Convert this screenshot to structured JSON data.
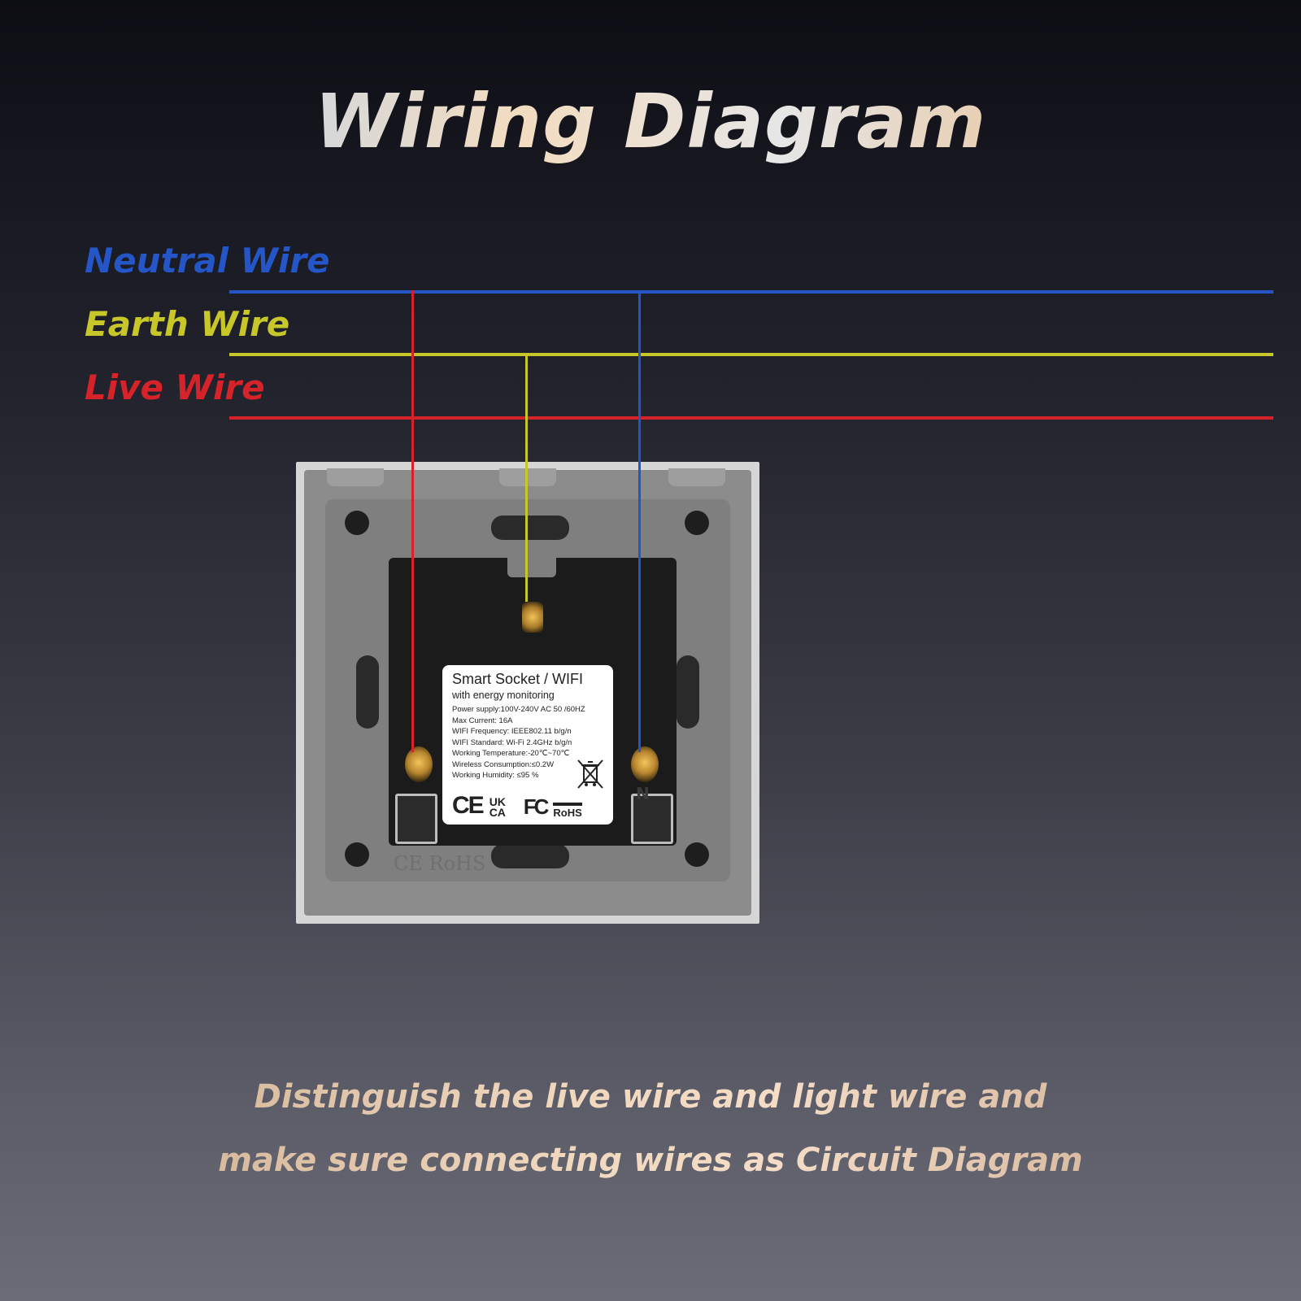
{
  "title": "Wiring Diagram",
  "wires": {
    "neutral": {
      "label": "Neutral Wire",
      "color": "#2456c8"
    },
    "earth": {
      "label": "Earth Wire",
      "color": "#c7c72a"
    },
    "live": {
      "label": "Live Wire",
      "color": "#d6232a"
    }
  },
  "device": {
    "plate_mark": "CE RoHS",
    "terminal_mark": "N",
    "label": {
      "title": "Smart Socket / WIFI",
      "subtitle": "with energy  monitoring",
      "specs": [
        "Power supply:100V-240V AC  50 /60HZ",
        "Max Current: 16A",
        "WIFI Frequency: IEEE802.11 b/g/n",
        "WIFI Standard: Wi-Fi 2.4GHz b/g/n",
        "Working Temperature:-20℃~70℃",
        "Wireless Consumption:≤0.2W",
        "Working Humidity: ≤95 %"
      ],
      "marks": {
        "ce": "CE",
        "ukca_top": "UK",
        "ukca_bottom": "CA",
        "fc": "FC",
        "rohs": "RoHS"
      }
    }
  },
  "footer": {
    "line1": "Distinguish the live wire and light wire and",
    "line2": "make sure connecting wires as Circuit Diagram"
  }
}
